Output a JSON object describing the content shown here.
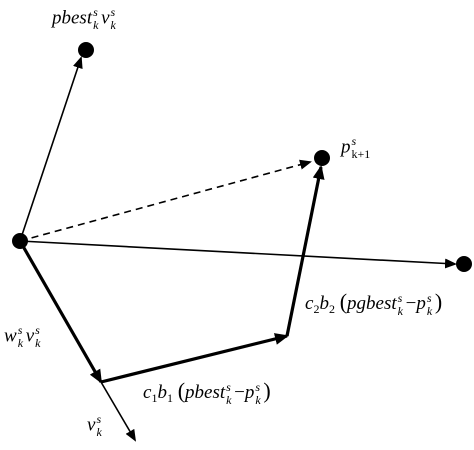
{
  "labels": {
    "pbest_v": {
      "main1": "pbest",
      "sub1": "k",
      "sup1": "s",
      "main2": "v",
      "sub2": "k",
      "sup2": "s"
    },
    "p_next": {
      "main": "p",
      "sub": "k+1",
      "sup": "s"
    },
    "w_v": {
      "main1": "w",
      "sub1": "k",
      "sup1": "s",
      "main2": "v",
      "sub2": "k",
      "sup2": "s"
    },
    "v": {
      "main": "v",
      "sub": "k",
      "sup": "s"
    },
    "cog": {
      "c": "c",
      "c_sub": "1",
      "b": "b",
      "b_sub": "1",
      "lp": "(",
      "pbest": "pbest",
      "sub1": "k",
      "sup1": "s",
      "minus": "−",
      "p": "p",
      "sub2": "k",
      "sup2": "s",
      "rp": ")"
    },
    "soc": {
      "c": "c",
      "c_sub": "2",
      "b": "b",
      "b_sub": "2",
      "lp": "(",
      "pgbest": "pgbest",
      "sub1": "k",
      "sup1": "s",
      "minus": "−",
      "p": "p",
      "sub2": "k",
      "sup2": "s",
      "rp": ")"
    }
  },
  "colors": {
    "ink": "#000000",
    "background": "#ffffff"
  }
}
